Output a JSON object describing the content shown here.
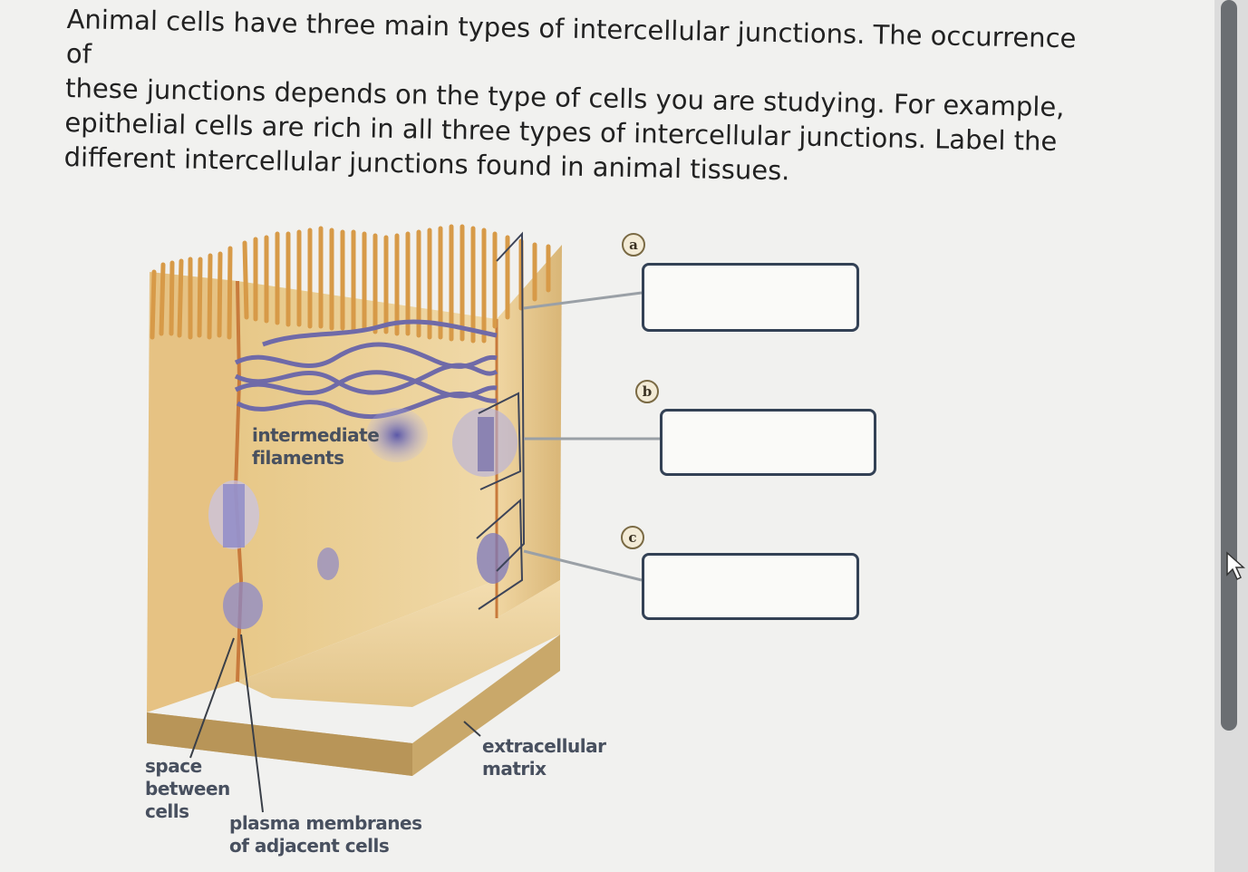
{
  "question": {
    "lines": [
      "Animal cells have three main types of intercellular junctions. The occurrence of",
      "these junctions depends on the type of cells you are studying. For example,",
      "epithelial cells are rich in all three types of intercellular junctions. Label the",
      "different intercellular junctions found in animal tissues."
    ]
  },
  "figure": {
    "labels": {
      "intermediate_filaments": [
        "intermediate",
        "filaments"
      ],
      "space_between_cells": [
        "space",
        "between",
        "cells"
      ],
      "plasma_membranes": [
        "plasma membranes",
        "of adjacent cells"
      ],
      "extracellular_matrix": [
        "extracellular",
        "matrix"
      ]
    }
  },
  "answer_slots": [
    {
      "marker": "a",
      "value": ""
    },
    {
      "marker": "b",
      "value": ""
    },
    {
      "marker": "c",
      "value": ""
    }
  ],
  "colors": {
    "cell": "#e9c98c",
    "microvilli": "#d79a48",
    "filaments": "#6f6aa8",
    "box_border": "#334155"
  }
}
